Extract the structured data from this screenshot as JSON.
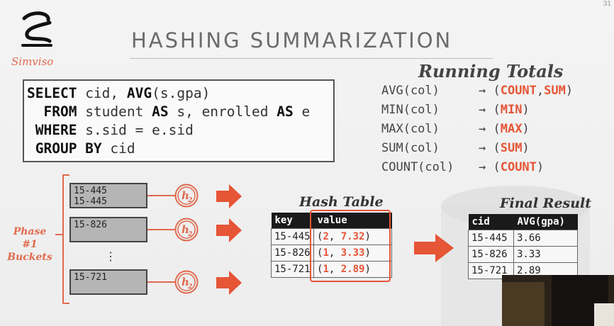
{
  "page_number": "31",
  "logo": {
    "text": "Simviso"
  },
  "title": "HASHING SUMMARIZATION",
  "sql": [
    {
      "kw": "SELECT",
      "rest": " cid, ",
      "kw2": "AVG",
      "rest2": "(s.gpa)"
    },
    {
      "kw": "  FROM",
      "rest": " student ",
      "kw2": "AS",
      "rest2": " s, enrolled ",
      "kw3": "AS",
      "rest3": " e"
    },
    {
      "kw": " WHERE",
      "rest": " s.sid = e.sid"
    },
    {
      "kw": " GROUP BY",
      "rest": " cid"
    }
  ],
  "running_totals": {
    "title": "Running Totals",
    "rows": [
      {
        "func": "AVG(col)",
        "arrow": "→ (",
        "parts": [
          "COUNT",
          ",",
          "SUM"
        ],
        "close": ")"
      },
      {
        "func": "MIN(col)",
        "arrow": "→ (",
        "parts": [
          "MIN"
        ],
        "close": ")"
      },
      {
        "func": "MAX(col)",
        "arrow": "→ (",
        "parts": [
          "MAX"
        ],
        "close": ")"
      },
      {
        "func": "SUM(col)",
        "arrow": "→ (",
        "parts": [
          "SUM"
        ],
        "close": ")"
      },
      {
        "func": "COUNT(col)",
        "arrow": "→ (",
        "parts": [
          "COUNT"
        ],
        "close": ")"
      }
    ]
  },
  "phase_label": "Phase #1\nBuckets",
  "buckets": [
    [
      "15-445",
      "15-445"
    ],
    [
      "15-826"
    ],
    [
      "15-721"
    ]
  ],
  "bucket_ellipsis": "⋮",
  "hash_label": "h",
  "hash_sub": "2",
  "hash_table": {
    "title": "Hash Table",
    "headers": [
      "key",
      "value"
    ],
    "rows": [
      {
        "key": "15-445",
        "a": "2",
        "b": "7.32"
      },
      {
        "key": "15-826",
        "a": "1",
        "b": "3.33"
      },
      {
        "key": "15-721",
        "a": "1",
        "b": "2.89"
      }
    ]
  },
  "final_result": {
    "title": "Final Result",
    "headers": [
      "cid",
      "AVG(gpa)"
    ],
    "rows": [
      [
        "15-445",
        "3.66"
      ],
      [
        "15-826",
        "3.33"
      ],
      [
        "15-721",
        "2.89"
      ]
    ]
  },
  "colors": {
    "accent": "#e55536",
    "header_bg": "#1a1a1a",
    "bucket_bg": "#b5b5b5"
  }
}
